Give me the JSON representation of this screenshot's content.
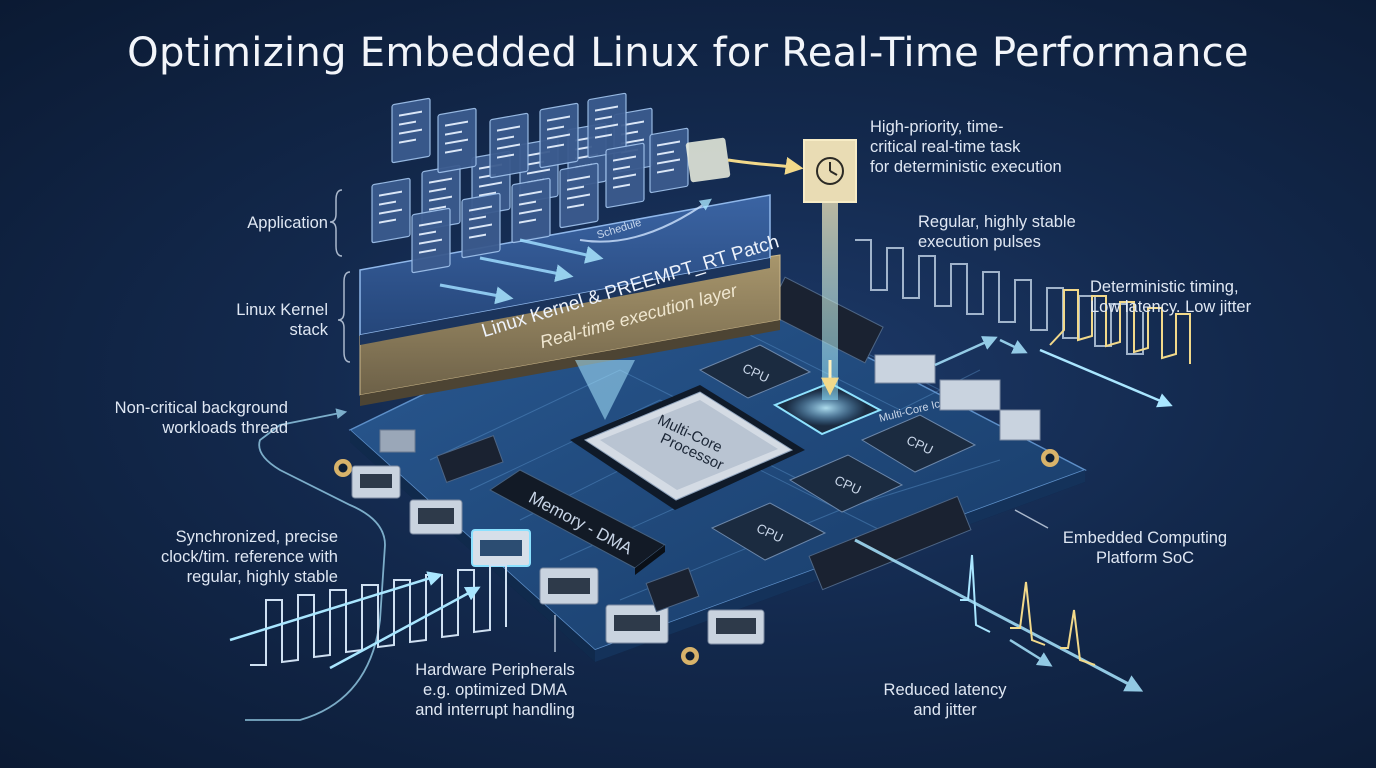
{
  "title": "Optimizing Embedded Linux for Real-Time Performance",
  "labels": {
    "application": "Application",
    "kernel_stack": [
      "Linux Kernel",
      "stack"
    ],
    "non_critical": [
      "Non-critical background",
      "workloads thread"
    ],
    "synchronized": [
      "Synchronized, precise",
      "clock/tim. reference with",
      "regular, highly stable"
    ],
    "hardware_peripherals": [
      "Hardware Peripherals",
      "e.g. optimized DMA",
      "and interrupt handling"
    ],
    "high_priority": [
      "High-priority, time-",
      "critical real-time task",
      "for deterministic execution"
    ],
    "regular_pulses": [
      "Regular, highly stable",
      "execution pulses"
    ],
    "deterministic": [
      "Deterministic timing,",
      "Low latency. Low jitter"
    ],
    "embedded_platform": [
      "Embedded Computing",
      "Platform SoC"
    ],
    "reduced_latency": [
      "Reduced latency",
      "and jitter"
    ]
  },
  "diagram": {
    "kernel_layer": "Linux Kernel & PREEMPT_RT Patch",
    "rt_layer": "Real-time execution layer",
    "schedule": "Schedule",
    "processor": [
      "Multi-Core",
      "Processor"
    ],
    "memory": "Memory - DMA",
    "cpu": "CPU",
    "multicore_tag": "Multi-Core Ico.",
    "clock_icon": "clock-icon"
  },
  "colors": {
    "background": "#13294d",
    "board": "#1f4577",
    "kernel_layer": "#2c4f86",
    "rt_layer": "#8a7a5a",
    "cyan_glow": "#8fe3ff",
    "gold_glow": "#f2d98a",
    "chip": "#1b2b40"
  }
}
